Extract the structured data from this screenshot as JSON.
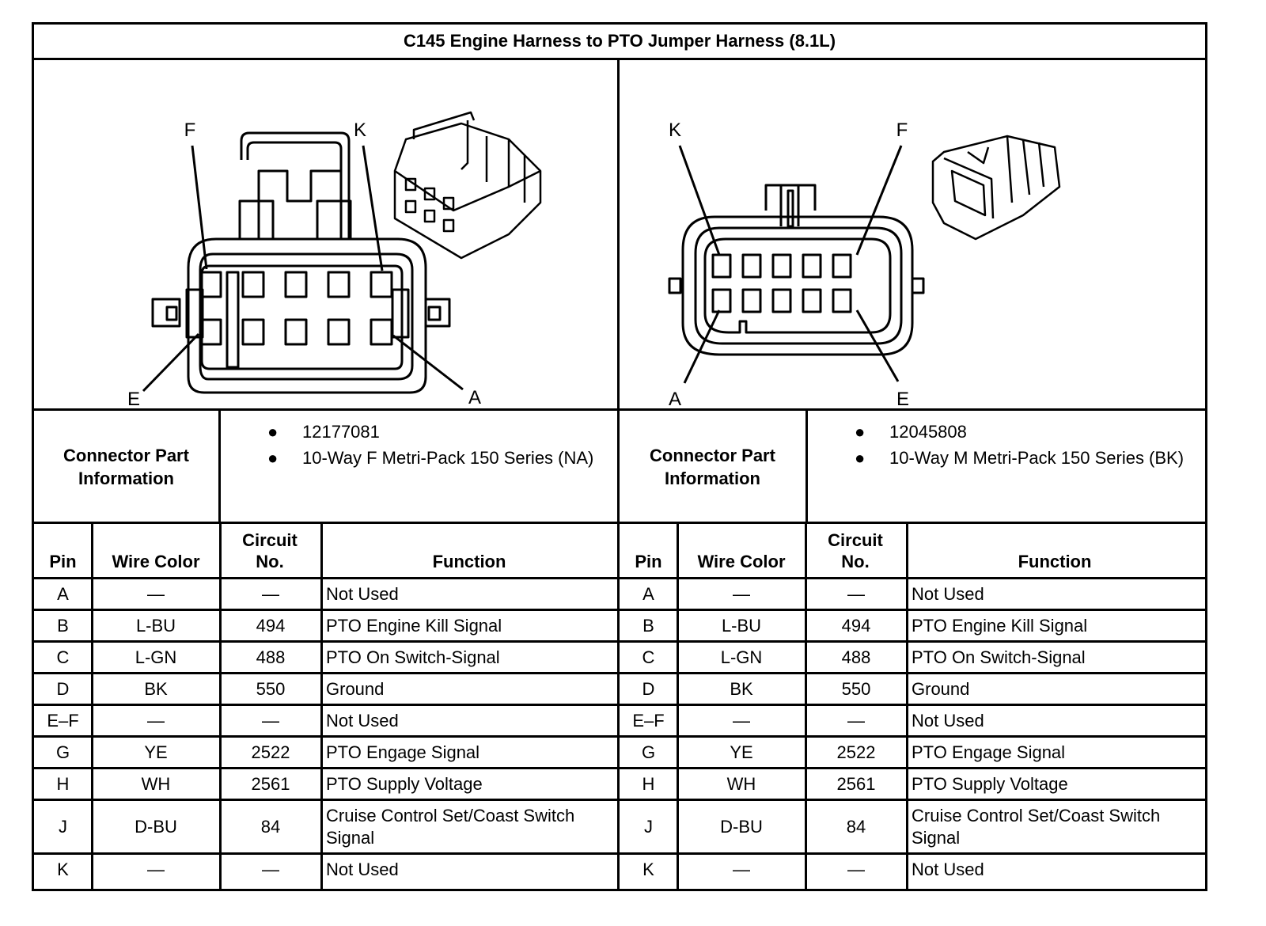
{
  "title": "C145 Engine Harness to PTO Jumper Harness (8.1L)",
  "connectors": [
    {
      "side": "left",
      "pin_callouts": {
        "top_left": "F",
        "top_right": "K",
        "bottom_left": "E",
        "bottom_right": "A"
      },
      "info_label": "Connector Part Information",
      "part_number": "12177081",
      "description": "10-Way F Metri-Pack 150 Series (NA)",
      "headers": {
        "pin": "Pin",
        "wire_color": "Wire Color",
        "circuit": "Circuit No.",
        "function": "Function"
      },
      "rows": [
        {
          "pin": "A",
          "wire_color": "—",
          "circuit": "—",
          "function": "Not Used"
        },
        {
          "pin": "B",
          "wire_color": "L-BU",
          "circuit": "494",
          "function": "PTO Engine Kill Signal"
        },
        {
          "pin": "C",
          "wire_color": "L-GN",
          "circuit": "488",
          "function": "PTO On Switch-Signal"
        },
        {
          "pin": "D",
          "wire_color": "BK",
          "circuit": "550",
          "function": "Ground"
        },
        {
          "pin": "E–F",
          "wire_color": "—",
          "circuit": "—",
          "function": "Not Used"
        },
        {
          "pin": "G",
          "wire_color": "YE",
          "circuit": "2522",
          "function": "PTO Engage Signal"
        },
        {
          "pin": "H",
          "wire_color": "WH",
          "circuit": "2561",
          "function": "PTO Supply Voltage"
        },
        {
          "pin": "J",
          "wire_color": "D-BU",
          "circuit": "84",
          "function": "Cruise Control Set/Coast Switch Signal"
        },
        {
          "pin": "K",
          "wire_color": "—",
          "circuit": "—",
          "function": "Not Used"
        }
      ]
    },
    {
      "side": "right",
      "pin_callouts": {
        "top_left": "K",
        "top_right": "F",
        "bottom_left": "A",
        "bottom_right": "E"
      },
      "info_label": "Connector Part Information",
      "part_number": "12045808",
      "description": "10-Way M Metri-Pack 150 Series (BK)",
      "headers": {
        "pin": "Pin",
        "wire_color": "Wire Color",
        "circuit": "Circuit No.",
        "function": "Function"
      },
      "rows": [
        {
          "pin": "A",
          "wire_color": "—",
          "circuit": "—",
          "function": "Not Used"
        },
        {
          "pin": "B",
          "wire_color": "L-BU",
          "circuit": "494",
          "function": "PTO Engine Kill Signal"
        },
        {
          "pin": "C",
          "wire_color": "L-GN",
          "circuit": "488",
          "function": "PTO On Switch-Signal"
        },
        {
          "pin": "D",
          "wire_color": "BK",
          "circuit": "550",
          "function": "Ground"
        },
        {
          "pin": "E–F",
          "wire_color": "—",
          "circuit": "—",
          "function": "Not Used"
        },
        {
          "pin": "G",
          "wire_color": "YE",
          "circuit": "2522",
          "function": "PTO Engage Signal"
        },
        {
          "pin": "H",
          "wire_color": "WH",
          "circuit": "2561",
          "function": "PTO Supply Voltage"
        },
        {
          "pin": "J",
          "wire_color": "D-BU",
          "circuit": "84",
          "function": "Cruise Control Set/Coast Switch Signal"
        },
        {
          "pin": "K",
          "wire_color": "—",
          "circuit": "—",
          "function": "Not Used"
        }
      ]
    }
  ]
}
